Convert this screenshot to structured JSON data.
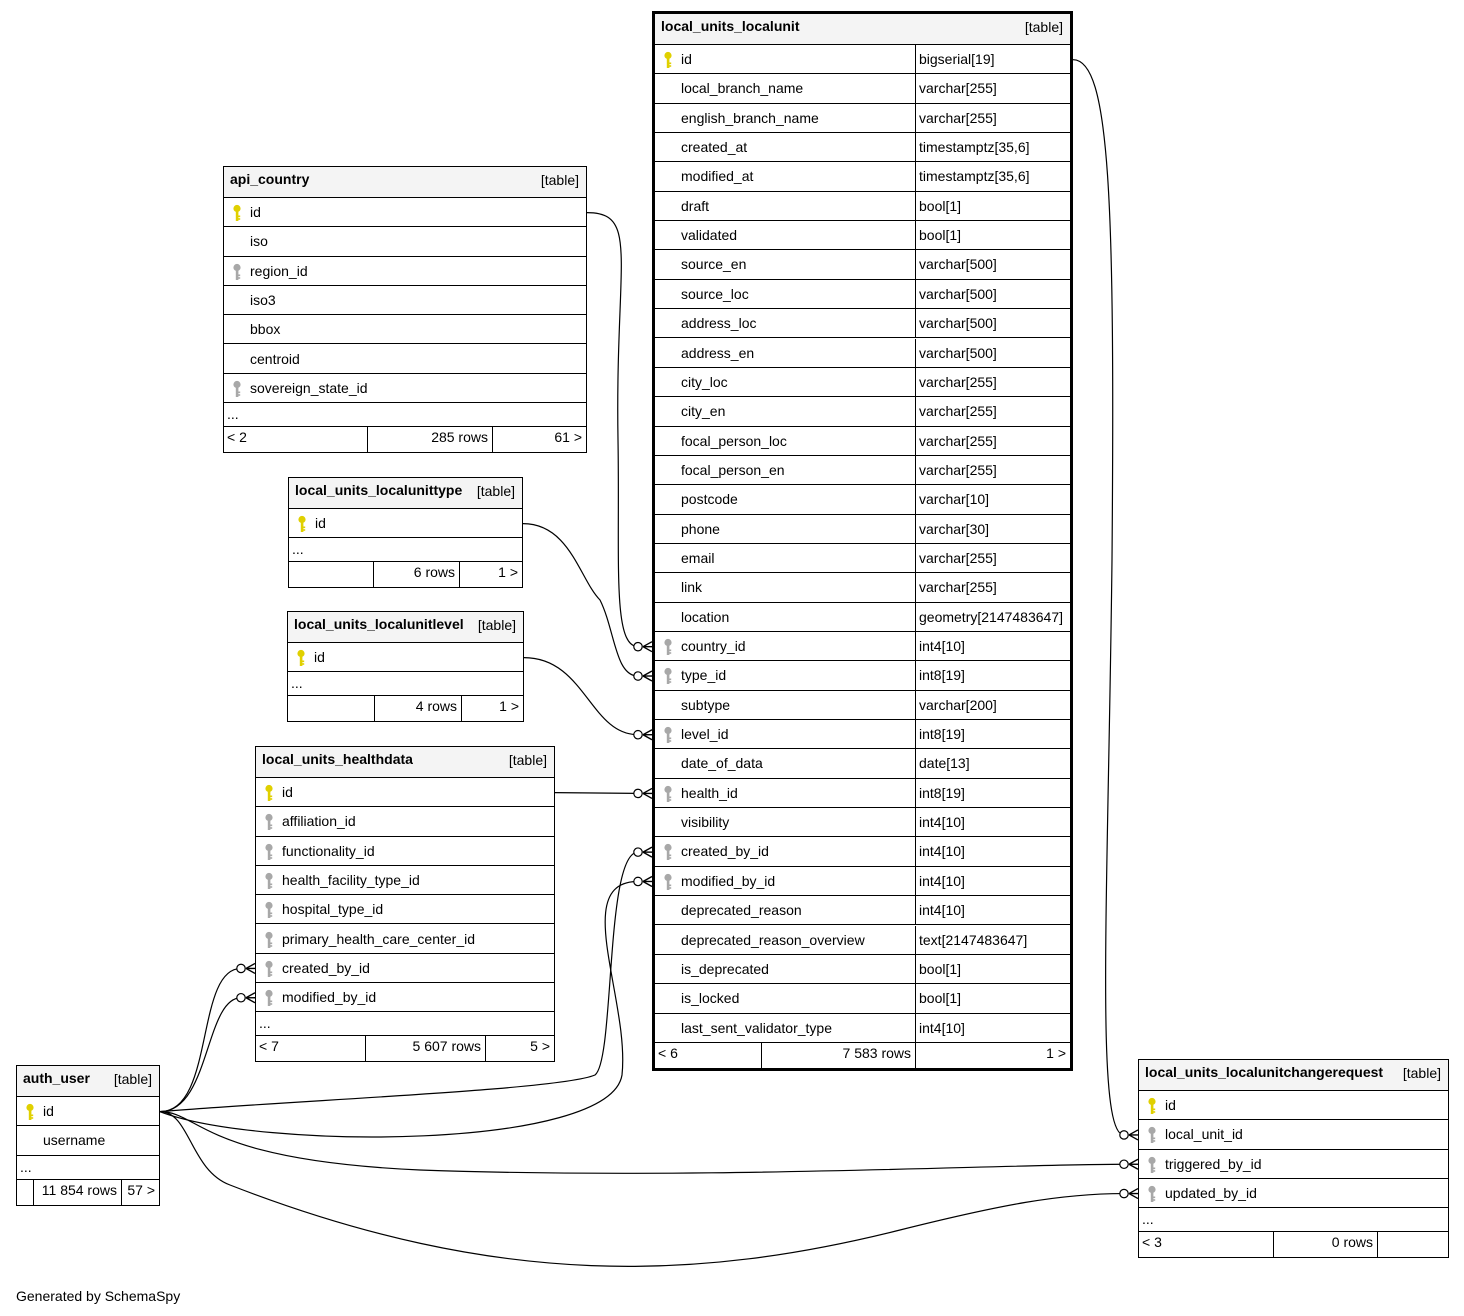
{
  "table_tag": "[table]",
  "more_marker": "...",
  "footer_note": "Generated by SchemaSpy",
  "colors": {
    "primary_key": "#e0d000",
    "foreign_key": "#a8a8a8",
    "line": "#000000",
    "header_bg": "#f4f4f4"
  },
  "tables": {
    "localunit": {
      "name": "local_units_localunit",
      "columns": [
        {
          "name": "id",
          "type": "bigserial[19]",
          "key": "pk"
        },
        {
          "name": "local_branch_name",
          "type": "varchar[255]",
          "key": ""
        },
        {
          "name": "english_branch_name",
          "type": "varchar[255]",
          "key": ""
        },
        {
          "name": "created_at",
          "type": "timestamptz[35,6]",
          "key": ""
        },
        {
          "name": "modified_at",
          "type": "timestamptz[35,6]",
          "key": ""
        },
        {
          "name": "draft",
          "type": "bool[1]",
          "key": ""
        },
        {
          "name": "validated",
          "type": "bool[1]",
          "key": ""
        },
        {
          "name": "source_en",
          "type": "varchar[500]",
          "key": ""
        },
        {
          "name": "source_loc",
          "type": "varchar[500]",
          "key": ""
        },
        {
          "name": "address_loc",
          "type": "varchar[500]",
          "key": ""
        },
        {
          "name": "address_en",
          "type": "varchar[500]",
          "key": ""
        },
        {
          "name": "city_loc",
          "type": "varchar[255]",
          "key": ""
        },
        {
          "name": "city_en",
          "type": "varchar[255]",
          "key": ""
        },
        {
          "name": "focal_person_loc",
          "type": "varchar[255]",
          "key": ""
        },
        {
          "name": "focal_person_en",
          "type": "varchar[255]",
          "key": ""
        },
        {
          "name": "postcode",
          "type": "varchar[10]",
          "key": ""
        },
        {
          "name": "phone",
          "type": "varchar[30]",
          "key": ""
        },
        {
          "name": "email",
          "type": "varchar[255]",
          "key": ""
        },
        {
          "name": "link",
          "type": "varchar[255]",
          "key": ""
        },
        {
          "name": "location",
          "type": "geometry[2147483647]",
          "key": ""
        },
        {
          "name": "country_id",
          "type": "int4[10]",
          "key": "fk"
        },
        {
          "name": "type_id",
          "type": "int8[19]",
          "key": "fk"
        },
        {
          "name": "subtype",
          "type": "varchar[200]",
          "key": ""
        },
        {
          "name": "level_id",
          "type": "int8[19]",
          "key": "fk"
        },
        {
          "name": "date_of_data",
          "type": "date[13]",
          "key": ""
        },
        {
          "name": "health_id",
          "type": "int8[19]",
          "key": "fk"
        },
        {
          "name": "visibility",
          "type": "int4[10]",
          "key": ""
        },
        {
          "name": "created_by_id",
          "type": "int4[10]",
          "key": "fk"
        },
        {
          "name": "modified_by_id",
          "type": "int4[10]",
          "key": "fk"
        },
        {
          "name": "deprecated_reason",
          "type": "int4[10]",
          "key": ""
        },
        {
          "name": "deprecated_reason_overview",
          "type": "text[2147483647]",
          "key": ""
        },
        {
          "name": "is_deprecated",
          "type": "bool[1]",
          "key": ""
        },
        {
          "name": "is_locked",
          "type": "bool[1]",
          "key": ""
        },
        {
          "name": "last_sent_validator_type",
          "type": "int4[10]",
          "key": ""
        }
      ],
      "more": false,
      "footer": {
        "parents": "< 6",
        "rows": "7 583 rows",
        "children": "1 >"
      }
    },
    "api_country": {
      "name": "api_country",
      "columns": [
        {
          "name": "id",
          "key": "pk"
        },
        {
          "name": "iso",
          "key": ""
        },
        {
          "name": "region_id",
          "key": "fk"
        },
        {
          "name": "iso3",
          "key": ""
        },
        {
          "name": "bbox",
          "key": ""
        },
        {
          "name": "centroid",
          "key": ""
        },
        {
          "name": "sovereign_state_id",
          "key": "fk"
        }
      ],
      "more": true,
      "footer": {
        "parents": "< 2",
        "rows": "285 rows",
        "children": "61 >"
      }
    },
    "localunittype": {
      "name": "local_units_localunittype",
      "columns": [
        {
          "name": "id",
          "key": "pk"
        }
      ],
      "more": true,
      "footer": {
        "parents": "",
        "rows": "6 rows",
        "children": "1 >"
      }
    },
    "localunitlevel": {
      "name": "local_units_localunitlevel",
      "columns": [
        {
          "name": "id",
          "key": "pk"
        }
      ],
      "more": true,
      "footer": {
        "parents": "",
        "rows": "4 rows",
        "children": "1 >"
      }
    },
    "healthdata": {
      "name": "local_units_healthdata",
      "columns": [
        {
          "name": "id",
          "key": "pk"
        },
        {
          "name": "affiliation_id",
          "key": "fk"
        },
        {
          "name": "functionality_id",
          "key": "fk"
        },
        {
          "name": "health_facility_type_id",
          "key": "fk"
        },
        {
          "name": "hospital_type_id",
          "key": "fk"
        },
        {
          "name": "primary_health_care_center_id",
          "key": "fk"
        },
        {
          "name": "created_by_id",
          "key": "fk"
        },
        {
          "name": "modified_by_id",
          "key": "fk"
        }
      ],
      "more": true,
      "footer": {
        "parents": "< 7",
        "rows": "5 607 rows",
        "children": "5 >"
      }
    },
    "auth_user": {
      "name": "auth_user",
      "columns": [
        {
          "name": "id",
          "key": "pk"
        },
        {
          "name": "username",
          "key": ""
        }
      ],
      "more": true,
      "footer": {
        "parents": "",
        "rows": "11 854 rows",
        "children": "57 >"
      }
    },
    "changerequest": {
      "name": "local_units_localunitchangerequest",
      "columns": [
        {
          "name": "id",
          "key": "pk"
        },
        {
          "name": "local_unit_id",
          "key": "fk"
        },
        {
          "name": "triggered_by_id",
          "key": "fk"
        },
        {
          "name": "updated_by_id",
          "key": "fk"
        }
      ],
      "more": true,
      "footer": {
        "parents": "< 3",
        "rows": "0 rows",
        "children": ""
      }
    }
  }
}
